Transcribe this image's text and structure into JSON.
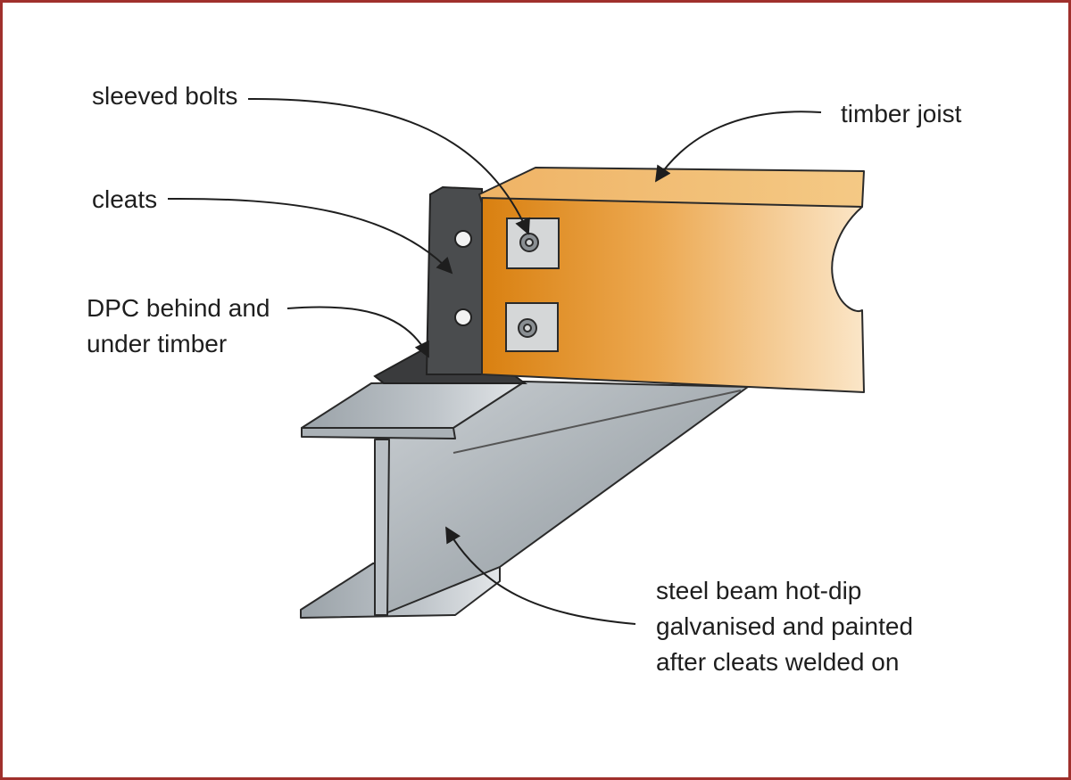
{
  "colors": {
    "frame_border": "#a0302c",
    "timber_dark": "#d98010",
    "timber_light": "#f4c985",
    "steel_dark": "#8e969c",
    "steel_light": "#dde1e4",
    "cleat": "#4a4c4e",
    "dpc": "#3a3b3d",
    "ink": "#1e1e1e"
  },
  "labels": {
    "sleeved_bolts": "sleeved bolts",
    "timber_joist": "timber joist",
    "cleats": "cleats",
    "dpc": [
      "DPC behind and",
      "under timber"
    ],
    "steel_beam": [
      "steel beam hot-dip",
      "galvanised and painted",
      "after cleats welded on"
    ]
  }
}
